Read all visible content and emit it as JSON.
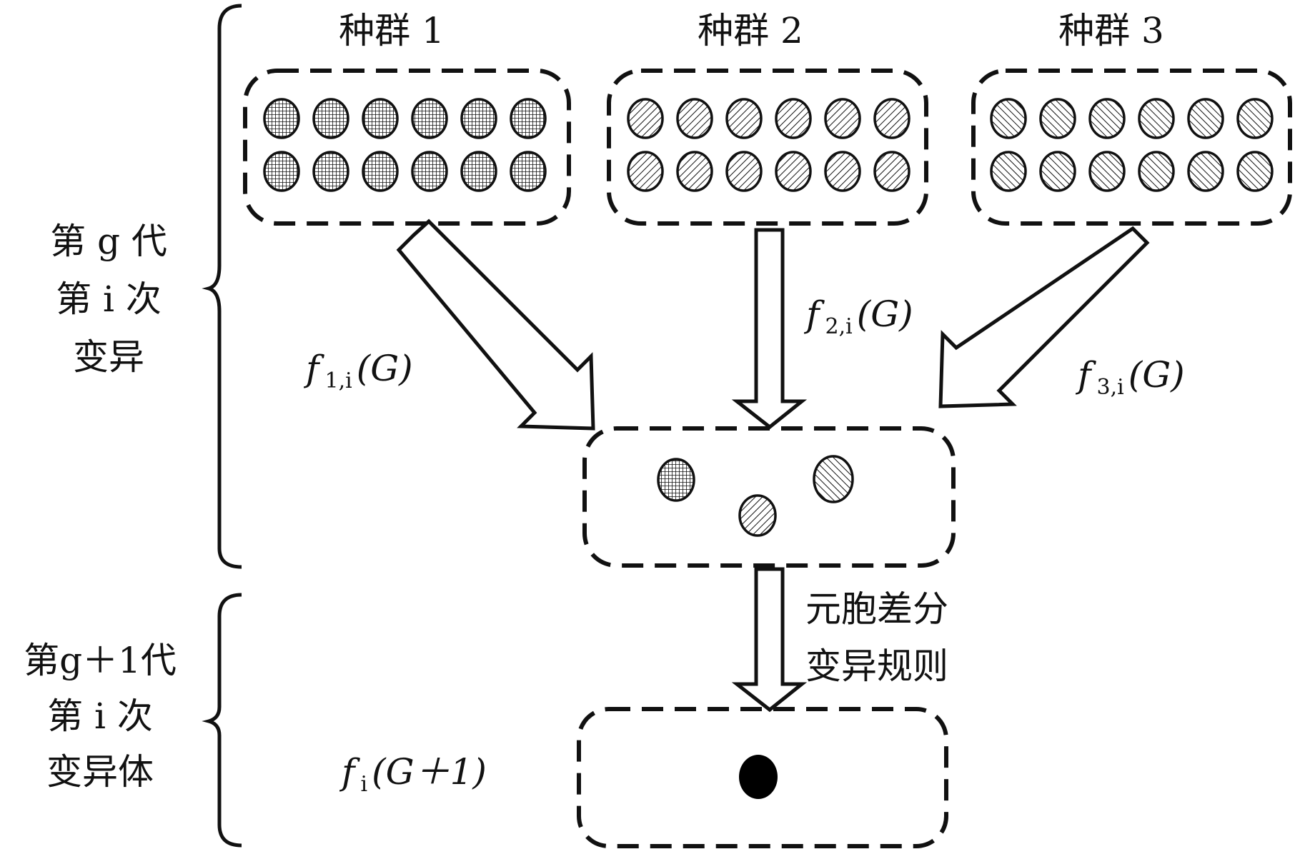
{
  "populations": [
    {
      "label": "种群 1",
      "fill_pattern": "crosshatch"
    },
    {
      "label": "种群 2",
      "fill_pattern": "diagonal-right"
    },
    {
      "label": "种群 3",
      "fill_pattern": "diagonal-left"
    }
  ],
  "population_rows": 2,
  "population_cols": 6,
  "arrow_labels": [
    {
      "f": "f",
      "sub": "1,i",
      "arg": "(G)"
    },
    {
      "f": "f",
      "sub": "2,i",
      "arg": "(G)"
    },
    {
      "f": "f",
      "sub": "3,i",
      "arg": "(G)"
    }
  ],
  "rule_label_lines": [
    "元胞差分",
    "变异规则"
  ],
  "gen_g_lines": [
    "第 g 代",
    "第 i 次",
    "变异"
  ],
  "gen_g1_lines": [
    "第g＋1代",
    "第 i 次",
    "变异体"
  ],
  "result_label": {
    "f": "f",
    "sub": "i",
    "arg": "(G＋1)"
  },
  "colors": {
    "ink": "#111111",
    "background": "#ffffff",
    "result_dot": "#000000"
  }
}
